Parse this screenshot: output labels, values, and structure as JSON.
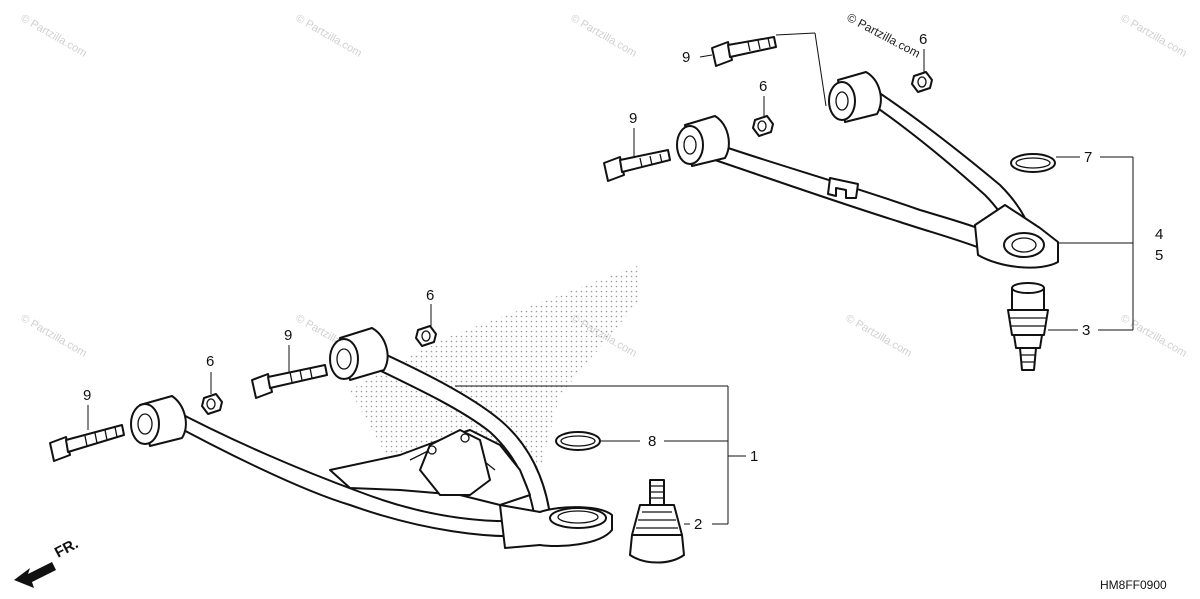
{
  "watermark": "© Partzilla.com",
  "copyright_notice": "© Partzilla.com",
  "diagram_code": "HM8FF0900",
  "direction_label": "FR.",
  "callouts": {
    "n1": "1",
    "n2": "2",
    "n3": "3",
    "n4": "4",
    "n5": "5",
    "n6": "6",
    "n7": "7",
    "n8": "8",
    "n9": "9"
  },
  "colors": {
    "line": "#111111",
    "watermark": "#d0d0d0",
    "background": "#ffffff"
  }
}
